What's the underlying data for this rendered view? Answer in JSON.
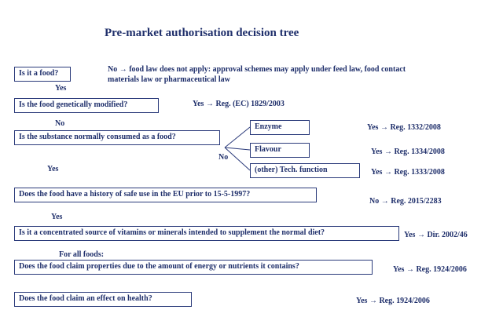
{
  "title": "Pre-market authorisation decision tree",
  "questions": {
    "q1": "Is it a food?",
    "q2": "Is the food genetically modified?",
    "q3": "Is the substance normally consumed as a food?",
    "q4": "Does the food have a history of safe use in the EU prior to 15-5-1997?",
    "q5": "Is it a concentrated source of vitamins or minerals intended to supplement the normal diet?",
    "q6": "Does the food claim properties due to the amount of energy or nutrients it contains?",
    "q7": "Does the food claim an effect on health?"
  },
  "functions": {
    "enzyme": "Enzyme",
    "flavour": "Flavour",
    "tech": "(other) Tech. function"
  },
  "labels": {
    "q1_no_line1": "No → food law does not apply: approval schemes may apply under feed law, food contact",
    "q1_no_line2": "materials law or pharmaceutical law",
    "q1_yes": "Yes",
    "q2_yes": "Yes → Reg. (EC) 1829/2003",
    "q2_no": "No",
    "q3_no": "No",
    "q3_yes": "Yes",
    "enzyme_yes": "Yes → Reg. 1332/2008",
    "flavour_yes": "Yes → Reg. 1334/2008",
    "tech_yes": "Yes → Reg. 1333/2008",
    "q4_no": "No → Reg. 2015/2283",
    "q4_yes": "Yes",
    "q5_yes": "Yes → Dir. 2002/46",
    "all_foods": "For all foods:",
    "q6_yes": "Yes → Reg. 1924/2006",
    "q7_yes": "Yes → Reg. 1924/2006"
  },
  "colors": {
    "text": "#1f2f6b",
    "border": "#2a3a7a"
  }
}
